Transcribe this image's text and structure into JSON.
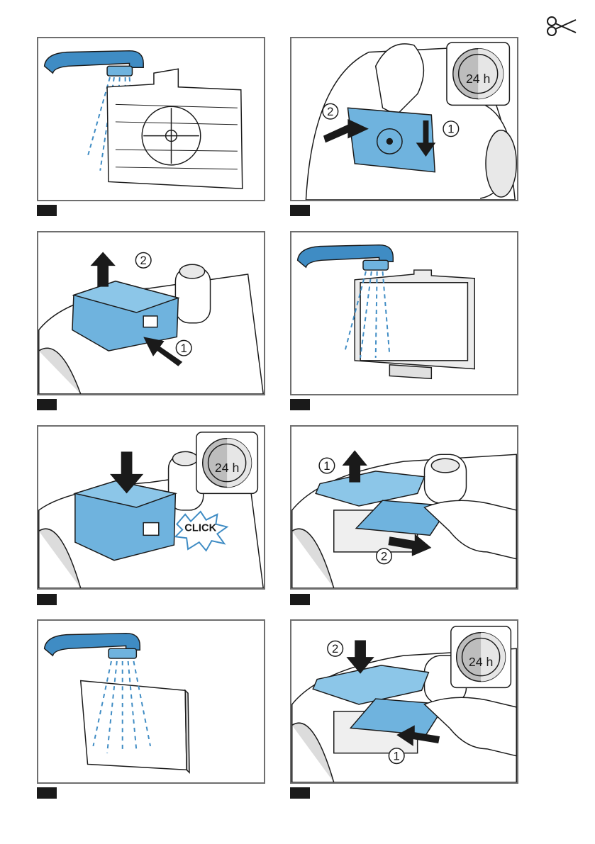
{
  "steps": [
    {
      "id": "rinse-fine-filter"
    },
    {
      "id": "reinsert-fine-filter",
      "labels": {
        "a": "1",
        "b": "2"
      },
      "timer": "24 h"
    },
    {
      "id": "remove-hepa-filter",
      "labels": {
        "a": "1",
        "b": "2"
      }
    },
    {
      "id": "rinse-hepa-filter"
    },
    {
      "id": "insert-hepa-filter",
      "timer": "24 h",
      "click_text": "CLICK"
    },
    {
      "id": "remove-motor-filter",
      "labels": {
        "a": "1",
        "b": "2"
      }
    },
    {
      "id": "rinse-filter-pad"
    },
    {
      "id": "insert-motor-filter",
      "labels": {
        "a": "1",
        "b": "2"
      },
      "timer": "24 h"
    }
  ],
  "colors": {
    "accent": "#3f8cc4",
    "filter_blue": "#6fb3de",
    "frame": "#6e6e6e",
    "tag": "#1a1a1a"
  },
  "icons": [
    "scissors-icon",
    "faucet-icon",
    "timer-24h-icon",
    "arrow-icon",
    "hand-icon"
  ]
}
